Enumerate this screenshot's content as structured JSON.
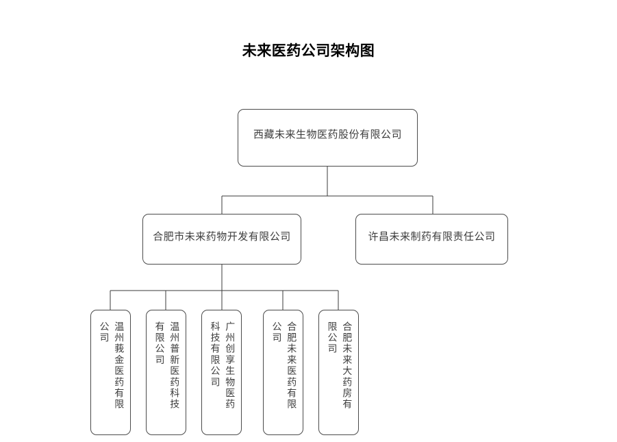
{
  "title": "未来医药公司架构图",
  "palette": {
    "background": "#ffffff",
    "box_border": "#4a4a4a",
    "connector": "#3a3a3a",
    "title_text": "#000000",
    "node_text": "#3d3d3d"
  },
  "chart_data": {
    "type": "diagram",
    "diagram_type": "organization-chart",
    "title": "未来医药公司架构图",
    "orientation": "top-down",
    "levels": 3,
    "nodes": [
      {
        "id": "root",
        "label": "西藏未来生物医药股份有限公司",
        "level": 0,
        "text_orientation": "horizontal",
        "parent": null
      },
      {
        "id": "hefei-dev",
        "label": "合肥市未来药物开发有限公司",
        "level": 1,
        "text_orientation": "horizontal",
        "parent": "root"
      },
      {
        "id": "xuchang",
        "label": "许昌未来制药有限责任公司",
        "level": 1,
        "text_orientation": "horizontal",
        "parent": "root"
      },
      {
        "id": "wenzhou-ejin",
        "label": "温州莪金医药有限公司",
        "level": 2,
        "text_orientation": "vertical",
        "parent": "hefei-dev"
      },
      {
        "id": "wenzhou-puxin",
        "label": "温州普新医药科技有限公司",
        "level": 2,
        "text_orientation": "vertical",
        "parent": "hefei-dev"
      },
      {
        "id": "guangzhou-chuangxiang",
        "label": "广州创享生物医药科技有限公司",
        "level": 2,
        "text_orientation": "vertical",
        "parent": "hefei-dev"
      },
      {
        "id": "hefei-weilai",
        "label": "合肥未来医药有限公司",
        "level": 2,
        "text_orientation": "vertical",
        "parent": "hefei-dev"
      },
      {
        "id": "hefei-drugstore",
        "label": "合肥未来大药房有限公司",
        "level": 2,
        "text_orientation": "vertical",
        "parent": "hefei-dev"
      }
    ],
    "edges": [
      {
        "from": "root",
        "to": "hefei-dev"
      },
      {
        "from": "root",
        "to": "xuchang"
      },
      {
        "from": "hefei-dev",
        "to": "wenzhou-ejin"
      },
      {
        "from": "hefei-dev",
        "to": "wenzhou-puxin"
      },
      {
        "from": "hefei-dev",
        "to": "guangzhou-chuangxiang"
      },
      {
        "from": "hefei-dev",
        "to": "hefei-weilai"
      },
      {
        "from": "hefei-dev",
        "to": "hefei-drugstore"
      }
    ]
  }
}
